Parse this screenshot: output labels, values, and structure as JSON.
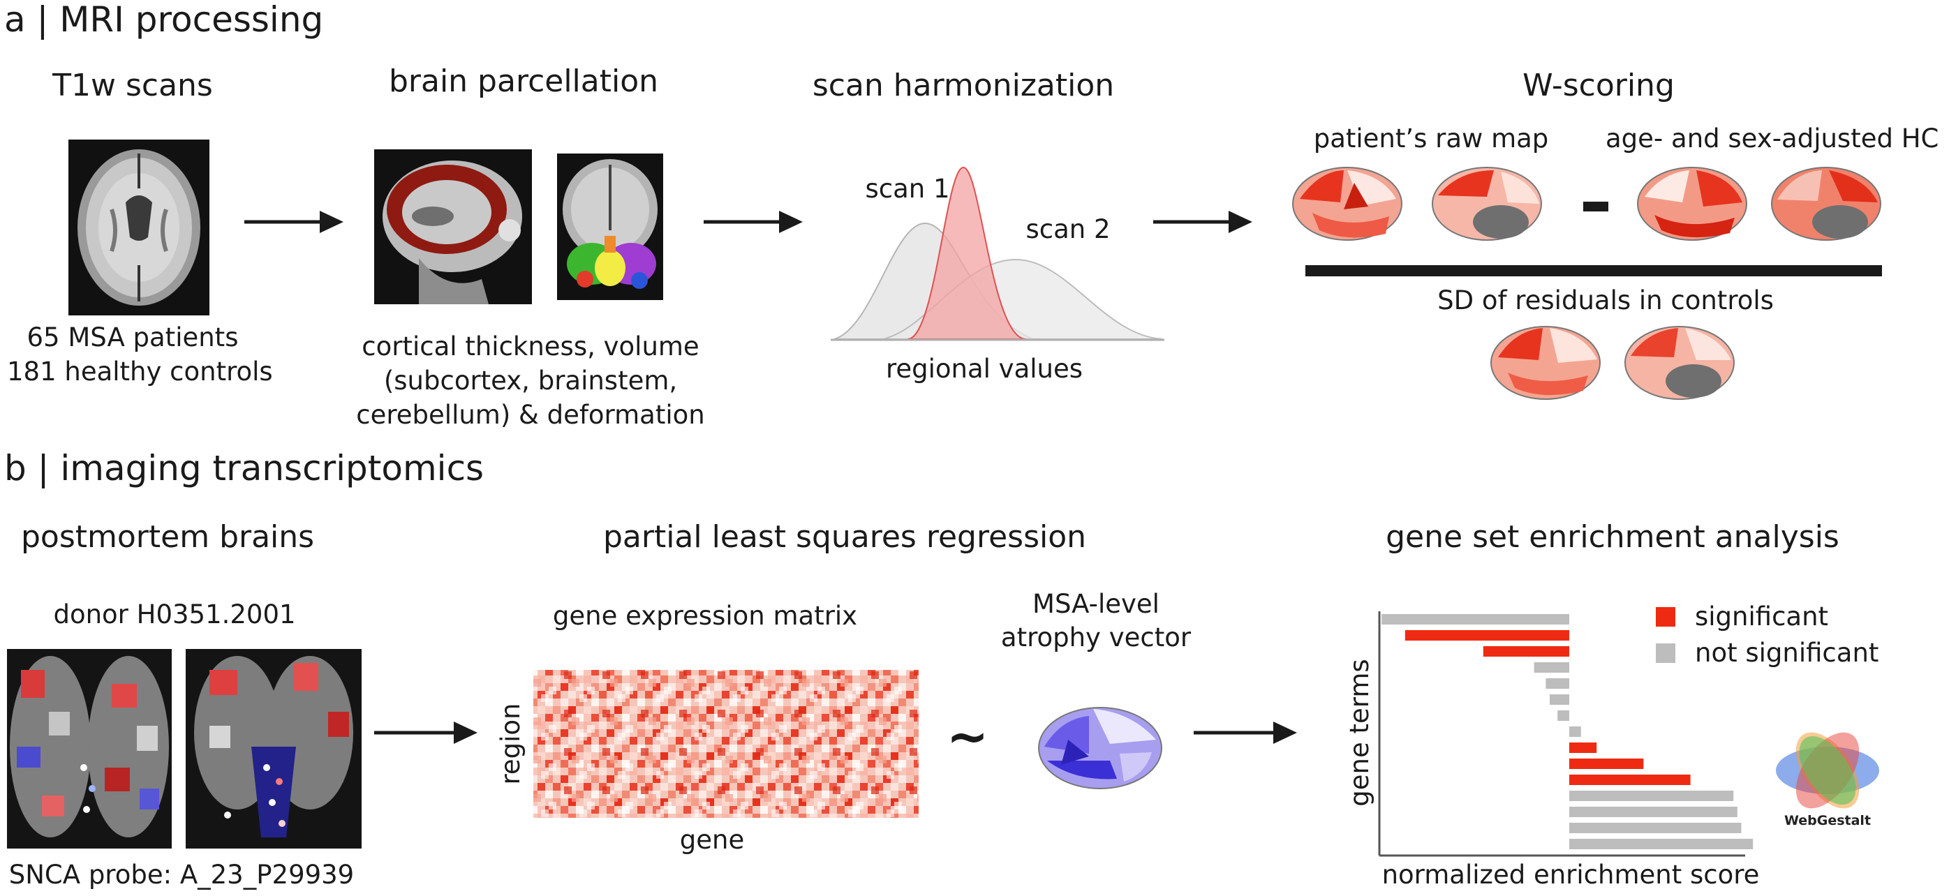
{
  "panel_a": {
    "title": "a | MRI processing",
    "t1w": {
      "title": "T1w scans",
      "line1": "65 MSA patients",
      "line2": "181 healthy controls"
    },
    "parcellation": {
      "title": "brain parcellation",
      "line1": "cortical thickness, volume",
      "line2": "(subcortex, brainstem,",
      "line3": "cerebellum) & deformation"
    },
    "harmonization": {
      "title": "scan harmonization",
      "scan1": "scan 1",
      "scan2": "scan 2",
      "xlabel": "regional values"
    },
    "wscoring": {
      "title": "W-scoring",
      "raw_label": "patient’s raw map",
      "adjusted_label": "age- and sex-adjusted HC map",
      "sd_label": "SD of residuals in controls"
    }
  },
  "panel_b": {
    "title": "b | imaging transcriptomics",
    "postmortem": {
      "title": "postmortem brains",
      "donor": "donor H0351.2001",
      "probe": "SNCA probe: A_23_P29939"
    },
    "pls": {
      "title": "partial least squares regression",
      "matrix_label": "gene expression matrix",
      "row_label": "region",
      "col_label": "gene",
      "tilde": "~",
      "vector_line1": "MSA-level",
      "vector_line2": "atrophy vector"
    },
    "gsea": {
      "title": "gene set enrichment analysis",
      "ylabel": "gene terms",
      "xlabel": "normalized enrichment score",
      "logo_text": "WebGestalt"
    }
  },
  "colors": {
    "significant": "#ee2b12",
    "not_significant": "#bdbdbd",
    "arrow": "#1a1a1a",
    "brain_red_dark": "#e1301c",
    "brain_blue_dark": "#3b2fd6"
  },
  "chart_data": {
    "type": "bar",
    "orientation": "horizontal",
    "xlabel": "normalized enrichment score",
    "ylabel": "gene terms",
    "legend": {
      "placement": "top-right",
      "entries": [
        {
          "label": "significant",
          "color": "#ee2b12"
        },
        {
          "label": "not significant",
          "color": "#bdbdbd"
        }
      ]
    },
    "values": [
      -2.4,
      -2.1,
      -1.1,
      -0.45,
      -0.3,
      -0.25,
      -0.15,
      0.15,
      0.35,
      0.95,
      1.55,
      2.1,
      2.15,
      2.2,
      2.35
    ],
    "significant": [
      false,
      true,
      true,
      false,
      false,
      false,
      false,
      false,
      true,
      true,
      true,
      false,
      false,
      false,
      false
    ]
  }
}
